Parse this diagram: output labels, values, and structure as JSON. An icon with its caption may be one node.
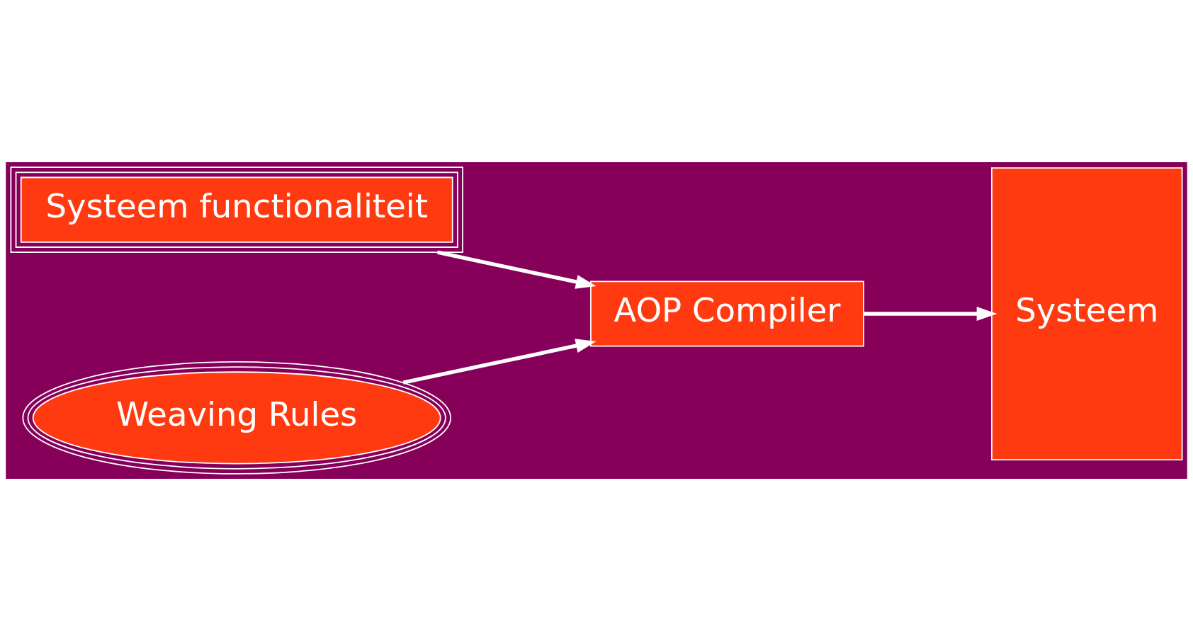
{
  "diagram": {
    "nodes": [
      {
        "text": [
          "Systeem functionaliteit"
        ]
      },
      {
        "text": [
          "Weaving Rules"
        ]
      },
      {
        "text": [
          "AOP Compiler"
        ]
      },
      {
        "text": [
          "Systeem"
        ]
      }
    ],
    "edges": [
      {
        "from": 0,
        "to": 2,
        "arrow": "to"
      },
      {
        "from": 1,
        "to": 2,
        "arrow": "to"
      },
      {
        "from": 2,
        "to": 3,
        "arrow": "to"
      }
    ]
  }
}
